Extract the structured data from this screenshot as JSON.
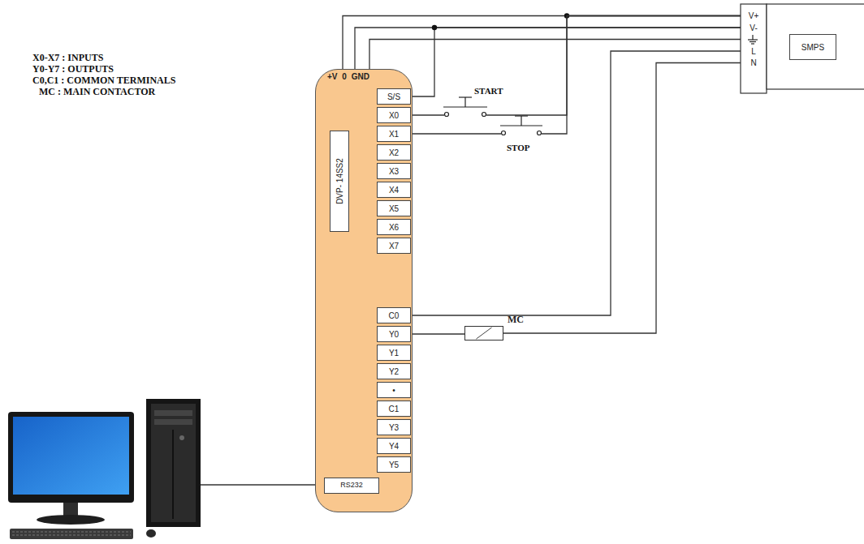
{
  "diagram": {
    "nodes": [
      {
        "text": [
          "+V 0 GND"
        ]
      },
      {
        "text": [
          "S/S"
        ],
        "in": 0
      },
      {
        "text": [
          "X0"
        ],
        "in": 0
      },
      {
        "text": [
          "X1"
        ],
        "in": 0
      },
      {
        "text": [
          "X2"
        ],
        "in": 0
      },
      {
        "text": [
          "X3"
        ],
        "in": 0
      },
      {
        "text": [
          "X4"
        ],
        "in": 0
      },
      {
        "text": [
          "X5"
        ],
        "in": 0
      },
      {
        "text": [
          "X6"
        ],
        "in": 0
      },
      {
        "text": [
          "X7"
        ],
        "in": 0
      },
      {
        "text": [
          "DVP- 14SS2"
        ],
        "in": 0
      },
      {
        "text": [
          "C0"
        ],
        "in": 0
      },
      {
        "text": [
          "Y0"
        ],
        "in": 0
      },
      {
        "text": [
          "Y1"
        ],
        "in": 0
      },
      {
        "text": [
          "Y2"
        ],
        "in": 0
      },
      {
        "text": [
          "•"
        ],
        "in": 0
      },
      {
        "text": [
          "C1"
        ],
        "in": 0
      },
      {
        "text": [
          "Y3"
        ],
        "in": 0
      },
      {
        "text": [
          "Y4"
        ],
        "in": 0
      },
      {
        "text": [
          "Y5"
        ],
        "in": 0
      },
      {
        "text": [
          "RS232"
        ],
        "in": 0
      },
      {
        "text": [
          "V+"
        ]
      },
      {
        "text": [
          "V-"
        ]
      },
      {
        "text": [
          "L"
        ]
      },
      {
        "text": [
          "N"
        ]
      },
      {
        "text": [
          "SMPS"
        ]
      },
      {
        "text": [
          "MC"
        ]
      }
    ],
    "edges": [
      {
        "from": 0,
        "to": 21,
        "arrow": "none"
      },
      {
        "from": 0,
        "to": 22,
        "arrow": "none"
      },
      {
        "from": 1,
        "to": 22,
        "arrow": "none"
      },
      {
        "from": 2,
        "to": 21,
        "arrow": "none"
      },
      {
        "from": 3,
        "to": 21,
        "arrow": "none"
      },
      {
        "from": 11,
        "to": 23,
        "arrow": "none"
      },
      {
        "from": 12,
        "to": 26,
        "arrow": "none"
      },
      {
        "from": 26,
        "to": 24,
        "arrow": "none"
      }
    ],
    "labels": [
      "X0-X7 : INPUTS",
      "Y0-Y7 : OUTPUTS",
      "C0,C1 : COMMON TERMINALS",
      "MC : MAIN CONTACTOR",
      "START",
      "STOP"
    ]
  }
}
